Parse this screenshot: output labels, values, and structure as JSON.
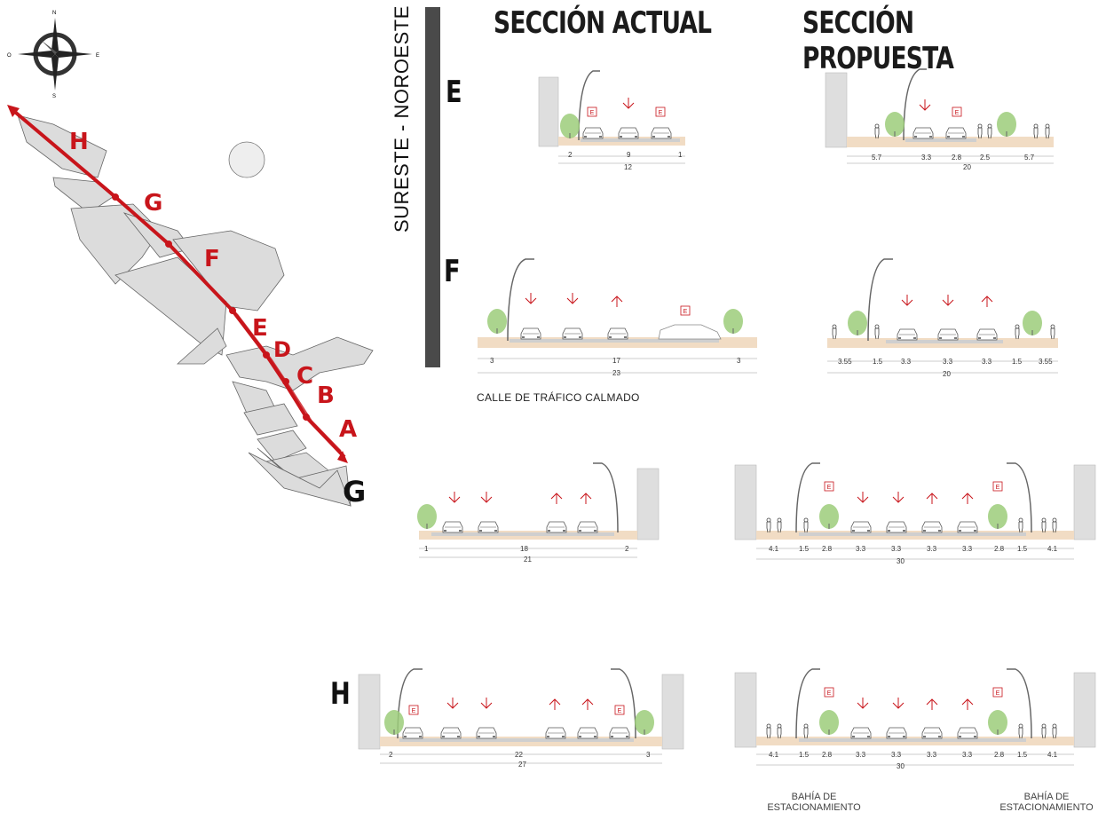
{
  "headings": {
    "current": "SECCIÓN ACTUAL",
    "proposed": "SECCIÓN PROPUESTA",
    "direction": "SURESTE - NOROESTE"
  },
  "compass": {
    "n": "N",
    "s": "S",
    "e": "E",
    "o": "O"
  },
  "map": {
    "labels": [
      "H",
      "G",
      "F",
      "E",
      "D",
      "C",
      "B",
      "A"
    ],
    "end_label": "G"
  },
  "rows": [
    {
      "letter": "E",
      "current": {
        "segments": [
          "2",
          "9",
          "1"
        ],
        "total": "12"
      },
      "proposed": {
        "segments": [
          "5.7",
          "3.3",
          "2.8",
          "2.5",
          "5.7"
        ],
        "total": "20"
      }
    },
    {
      "letter": "F",
      "current": {
        "segments": [
          "3",
          "17",
          "3"
        ],
        "total": "23"
      },
      "proposed": {
        "segments": [
          "3.55",
          "1.5",
          "3.3",
          "3.3",
          "3.3",
          "1.5",
          "3.55"
        ],
        "total": "20"
      },
      "caption": "CALLE DE TRÁFICO CALMADO"
    },
    {
      "letter": "",
      "current": {
        "segments": [
          "1",
          "18",
          "2"
        ],
        "total": "21"
      },
      "proposed": {
        "segments": [
          "4.1",
          "1.5",
          "2.8",
          "3.3",
          "3.3",
          "3.3",
          "3.3",
          "2.8",
          "1.5",
          "4.1"
        ],
        "total": "30"
      }
    },
    {
      "letter": "H",
      "current": {
        "segments": [
          "2",
          "22",
          "3"
        ],
        "total": "27"
      },
      "proposed": {
        "segments": [
          "4.1",
          "1.5",
          "2.8",
          "3.3",
          "3.3",
          "3.3",
          "3.3",
          "2.8",
          "1.5",
          "4.1"
        ],
        "total": "30"
      }
    }
  ],
  "bottom_labels": {
    "left": "BAHÍA DE\nESTACIONAMIENTO",
    "right": "BAHÍA DE\nESTACIONAMIENTO"
  },
  "colors": {
    "accent": "#c8151b",
    "ground": "#f1dcc4",
    "road": "#cfcfcf",
    "tree": "#9ccc7a",
    "bar": "#4a4a4a"
  }
}
